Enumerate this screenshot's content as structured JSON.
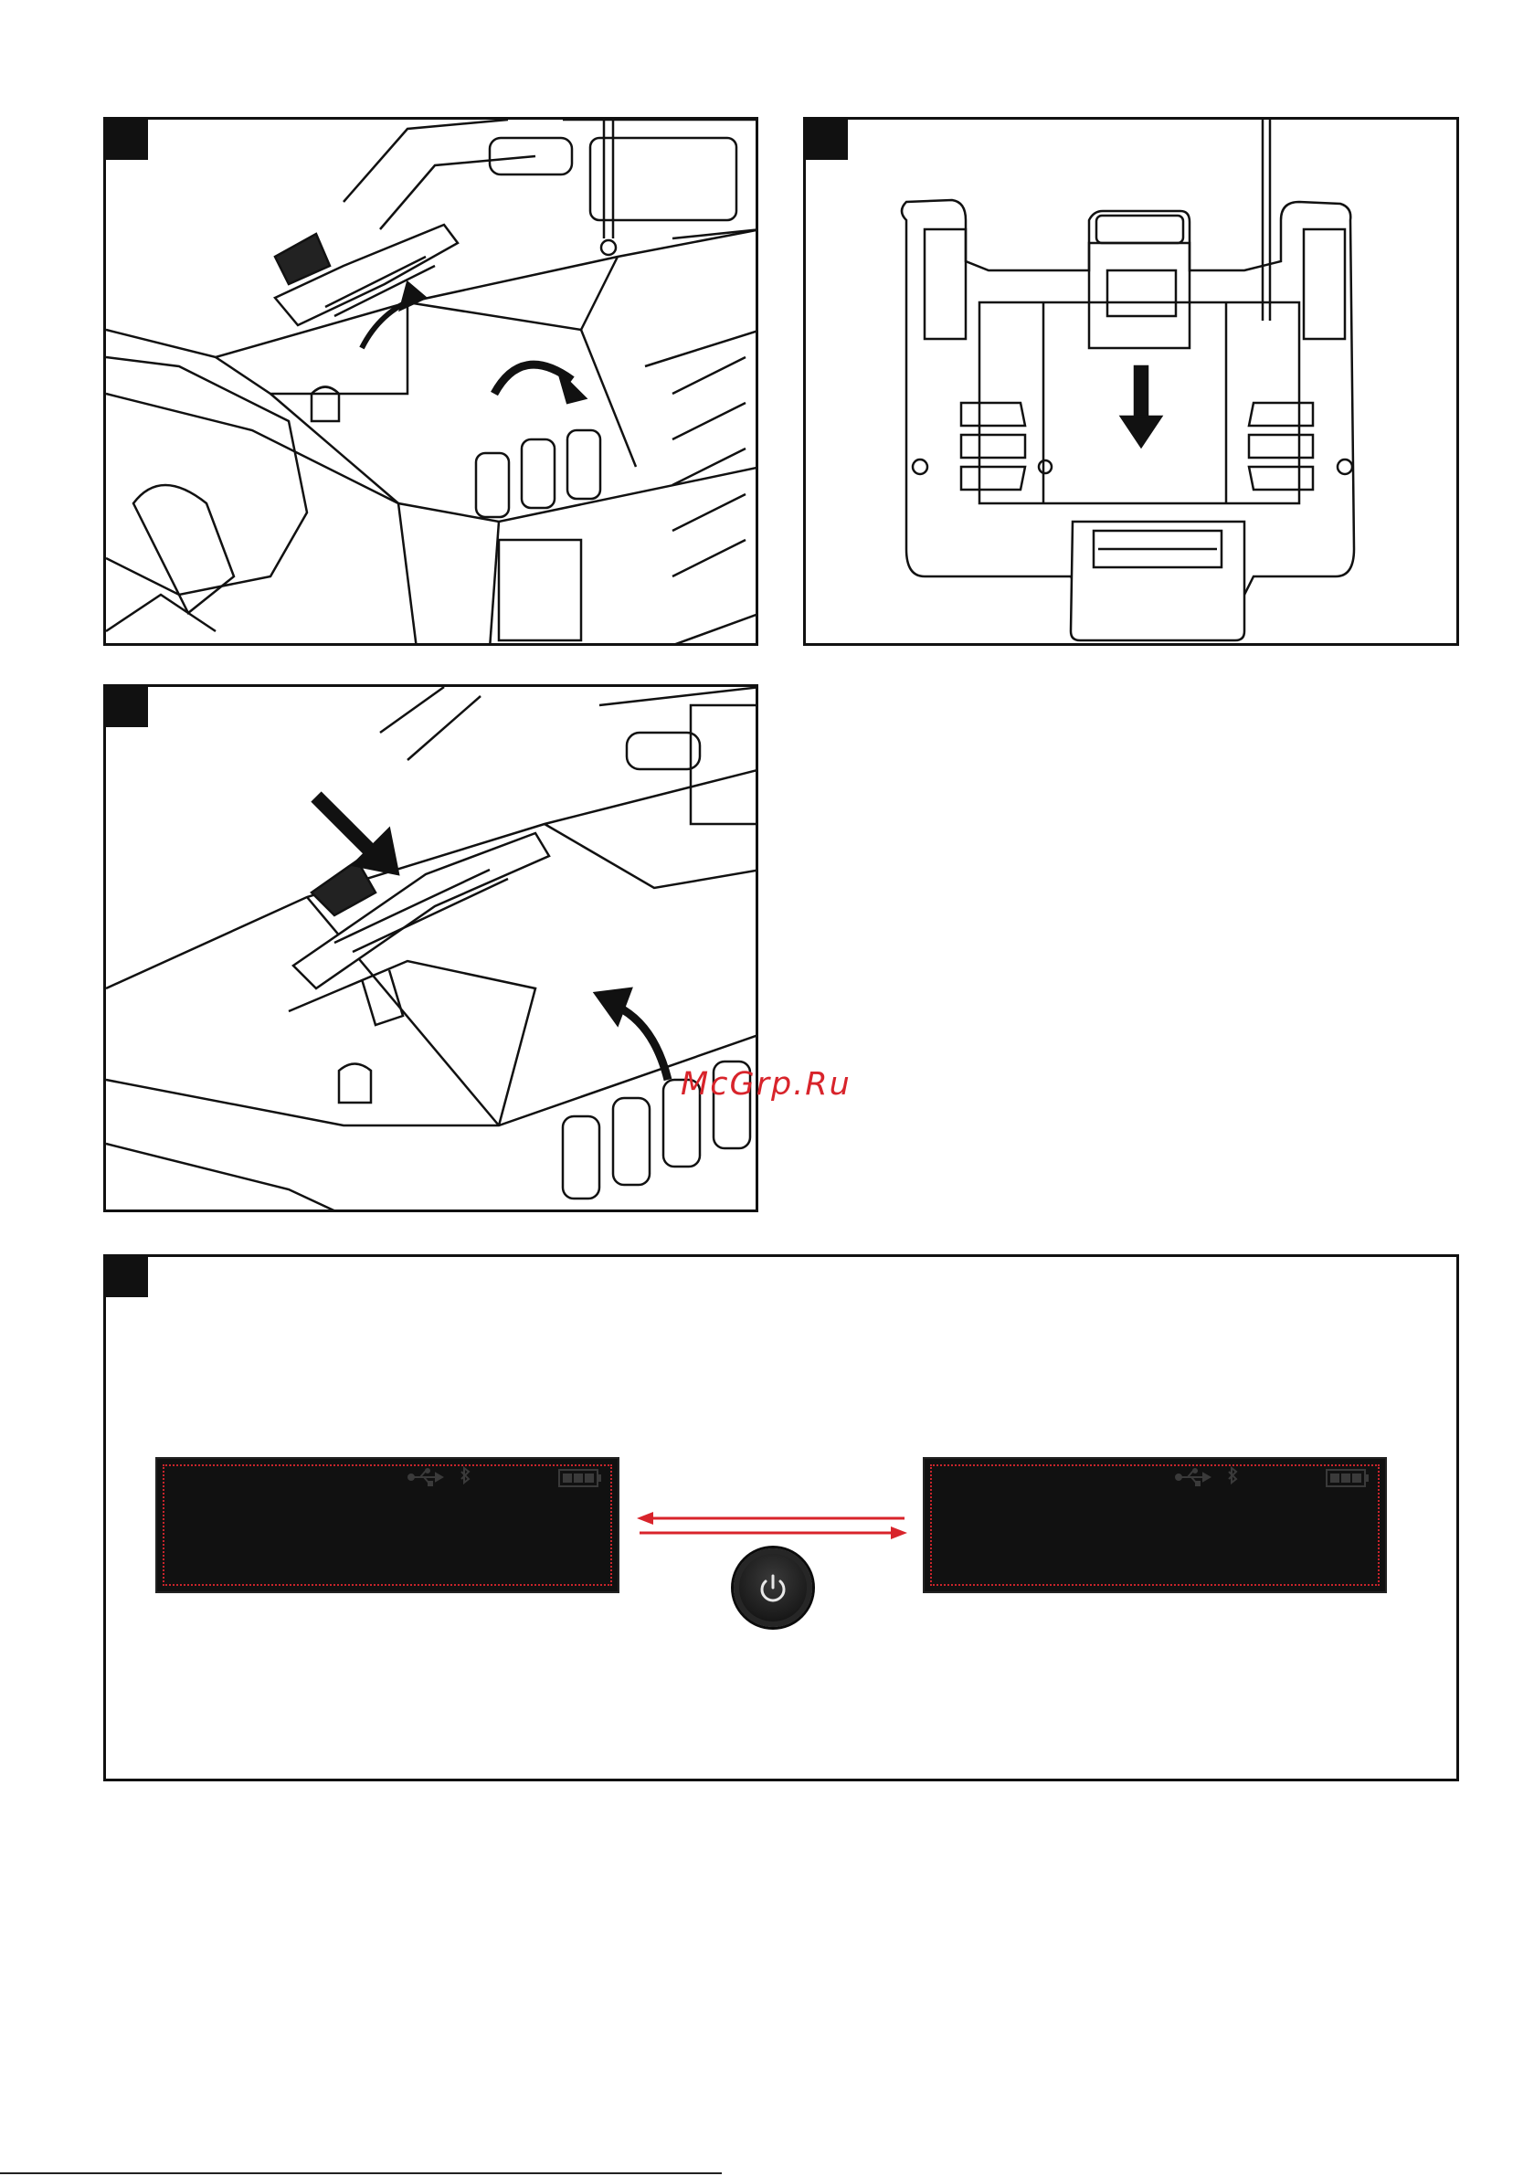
{
  "watermark": "McGrp.Ru",
  "figures": [
    {
      "id": "fig-1",
      "description_icon": "latch-open-rotate-arrows"
    },
    {
      "id": "fig-2",
      "description_icon": "battery-insert-down-arrow"
    },
    {
      "id": "fig-3",
      "description_icon": "latch-press-close-arrows"
    },
    {
      "id": "fig-4",
      "description_icon": "display-power-toggle"
    }
  ],
  "display": {
    "icons": [
      "usb-icon",
      "bluetooth-icon",
      "battery-icon"
    ],
    "battery_level": 1.0
  },
  "colors": {
    "frame": "#111111",
    "accent": "#d8242b",
    "lcd_bg": "#111111"
  }
}
